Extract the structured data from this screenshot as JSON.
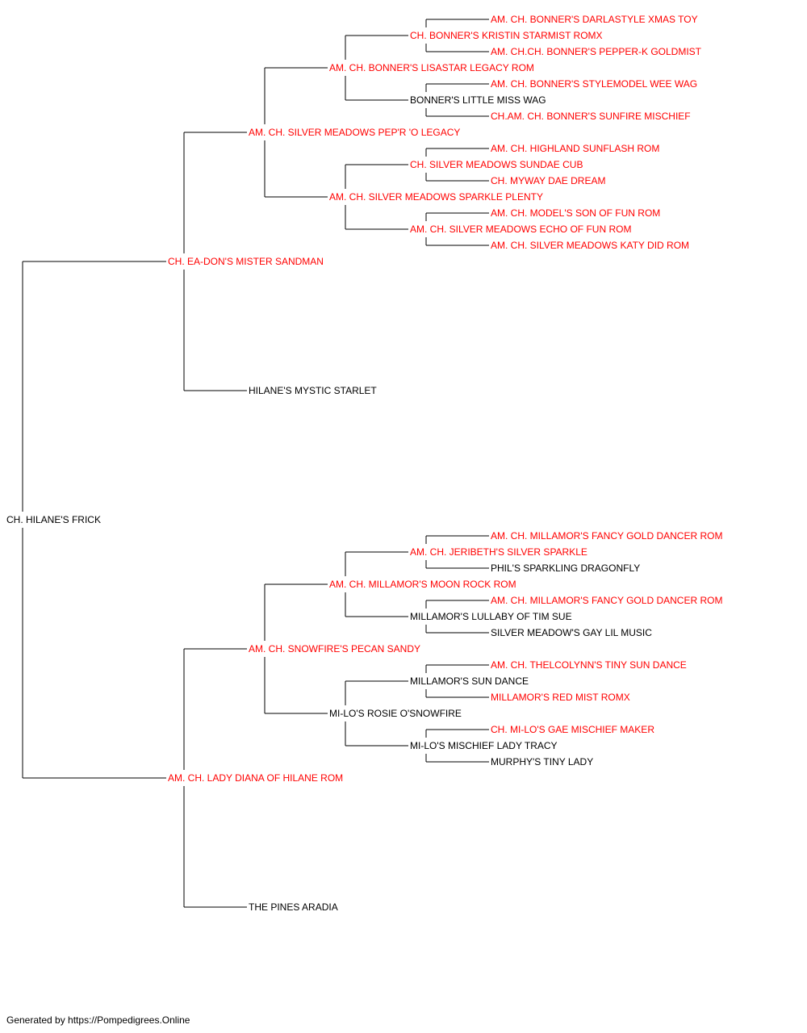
{
  "colors": {
    "titled": "#ff0000",
    "untitled": "#000000",
    "line": "#000000"
  },
  "pedigree": {
    "name": "CH. HILANE'S FRICK",
    "titled": false,
    "sire": {
      "name": "CH. EA-DON'S MISTER SANDMAN",
      "titled": true,
      "sire": {
        "name": "AM. CH. SILVER MEADOWS PEP'R 'O LEGACY",
        "titled": true,
        "sire": {
          "name": "AM. CH. BONNER'S LISASTAR LEGACY ROM",
          "titled": true,
          "sire": {
            "name": "CH. BONNER'S KRISTIN STARMIST ROMX",
            "titled": true,
            "sire": {
              "name": "AM. CH. BONNER'S DARLASTYLE XMAS TOY",
              "titled": true
            },
            "dam": {
              "name": "AM. CH.CH. BONNER'S PEPPER-K GOLDMIST",
              "titled": true
            }
          },
          "dam": {
            "name": "BONNER'S LITTLE MISS WAG",
            "titled": false,
            "sire": {
              "name": "AM. CH. BONNER'S STYLEMODEL WEE WAG",
              "titled": true
            },
            "dam": {
              "name": "CH.AM. CH. BONNER'S SUNFIRE MISCHIEF",
              "titled": true
            }
          }
        },
        "dam": {
          "name": "AM. CH. SILVER MEADOWS SPARKLE PLENTY",
          "titled": true,
          "sire": {
            "name": "CH. SILVER MEADOWS SUNDAE CUB",
            "titled": true,
            "sire": {
              "name": "AM. CH. HIGHLAND SUNFLASH ROM",
              "titled": true
            },
            "dam": {
              "name": "CH. MYWAY DAE DREAM",
              "titled": true
            }
          },
          "dam": {
            "name": "AM. CH. SILVER MEADOWS ECHO OF FUN ROM",
            "titled": true,
            "sire": {
              "name": "AM. CH. MODEL'S SON OF FUN ROM",
              "titled": true
            },
            "dam": {
              "name": "AM. CH. SILVER MEADOWS KATY DID ROM",
              "titled": true
            }
          }
        }
      },
      "dam": {
        "name": "HILANE'S MYSTIC STARLET",
        "titled": false
      }
    },
    "dam": {
      "name": "AM. CH. LADY DIANA OF HILANE ROM",
      "titled": true,
      "sire": {
        "name": "AM. CH. SNOWFIRE'S PECAN SANDY",
        "titled": true,
        "sire": {
          "name": "AM. CH. MILLAMOR'S MOON ROCK ROM",
          "titled": true,
          "sire": {
            "name": "AM. CH. JERIBETH'S SILVER SPARKLE",
            "titled": true,
            "sire": {
              "name": "AM. CH. MILLAMOR'S FANCY GOLD DANCER ROM",
              "titled": true
            },
            "dam": {
              "name": "PHIL'S SPARKLING DRAGONFLY",
              "titled": false
            }
          },
          "dam": {
            "name": "MILLAMOR'S LULLABY OF TIM SUE",
            "titled": false,
            "sire": {
              "name": "AM. CH. MILLAMOR'S FANCY GOLD DANCER ROM",
              "titled": true
            },
            "dam": {
              "name": "SILVER MEADOW'S GAY LIL MUSIC",
              "titled": false
            }
          }
        },
        "dam": {
          "name": "MI-LO'S ROSIE O'SNOWFIRE",
          "titled": false,
          "sire": {
            "name": "MILLAMOR'S SUN DANCE",
            "titled": false,
            "sire": {
              "name": "AM. CH. THELCOLYNN'S TINY SUN DANCE",
              "titled": true
            },
            "dam": {
              "name": "MILLAMOR'S RED MIST ROMX",
              "titled": true
            }
          },
          "dam": {
            "name": "MI-LO'S MISCHIEF LADY TRACY",
            "titled": false,
            "sire": {
              "name": "CH. MI-LO'S GAE MISCHIEF MAKER",
              "titled": true
            },
            "dam": {
              "name": "MURPHY'S TINY LADY",
              "titled": false
            }
          }
        }
      },
      "dam": {
        "name": "THE PINES ARADIA",
        "titled": false
      }
    }
  },
  "footer": {
    "text": "Generated by https://Pompedigrees.Online"
  }
}
